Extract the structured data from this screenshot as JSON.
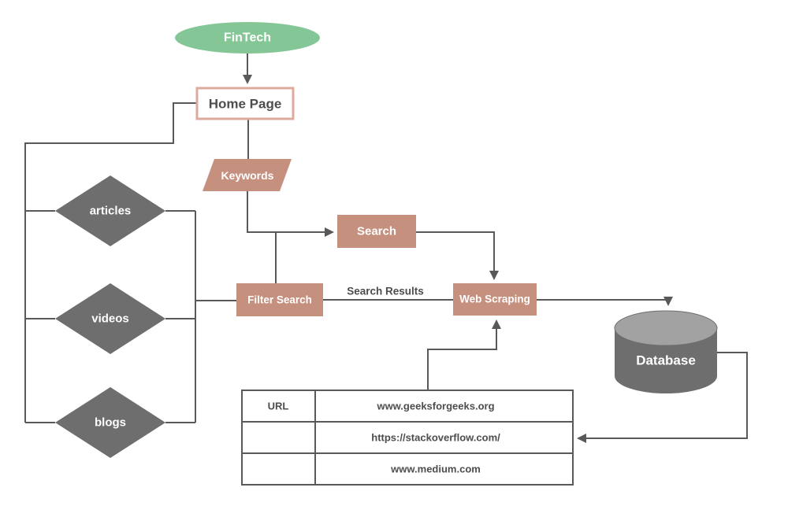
{
  "colors": {
    "green": "#85c697",
    "salmon": "#c6907f",
    "salmon_border": "#dcab9b",
    "gray_shape": "#6e6e6e",
    "gray_light": "#a2a2a2",
    "line": "#595959",
    "text_dark": "#4d4d4d"
  },
  "nodes": {
    "fintech": "FinTech",
    "home_page": "Home Page",
    "keywords": "Keywords",
    "search": "Search",
    "filter_search": "Filter Search",
    "web_scraping": "Web Scraping",
    "database": "Database",
    "articles": "articles",
    "videos": "videos",
    "blogs": "blogs"
  },
  "edge_labels": {
    "search_results": "Search Results"
  },
  "url_table": {
    "header": "URL",
    "urls": [
      "www.geeksforgeeks.org",
      "https://stackoverflow.com/",
      "www.medium.com"
    ]
  }
}
